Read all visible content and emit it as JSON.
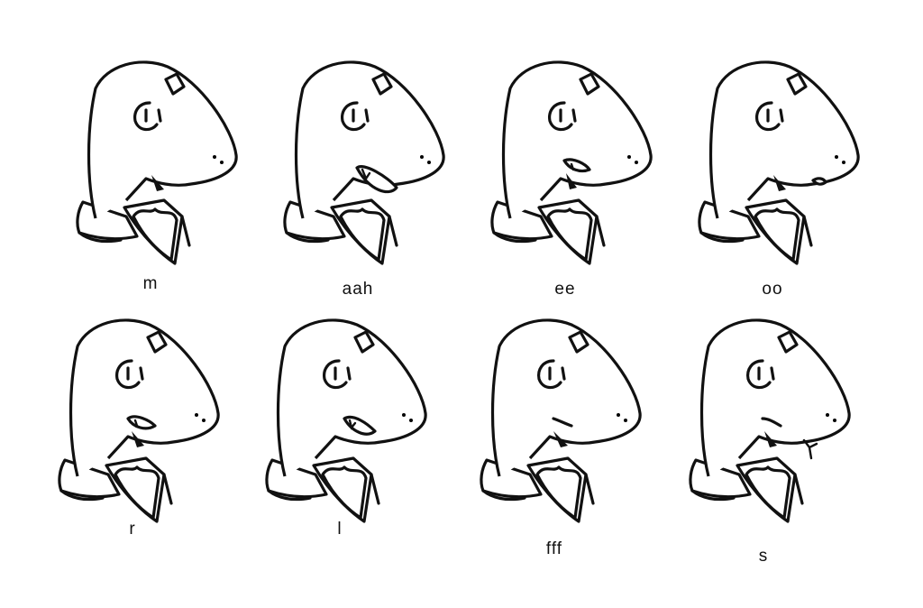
{
  "sheet": {
    "phonemes": [
      {
        "label": "m",
        "mouth": "m"
      },
      {
        "label": "aah",
        "mouth": "aah"
      },
      {
        "label": "ee",
        "mouth": "ee"
      },
      {
        "label": "oo",
        "mouth": "oo"
      },
      {
        "label": "r",
        "mouth": "r"
      },
      {
        "label": "l",
        "mouth": "l"
      },
      {
        "label": "fff",
        "mouth": "fff"
      },
      {
        "label": "s",
        "mouth": "s"
      }
    ]
  }
}
